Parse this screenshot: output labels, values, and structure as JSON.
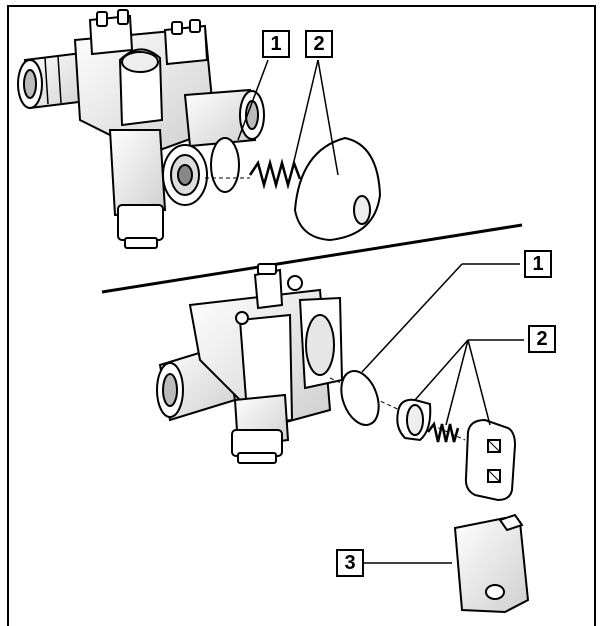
{
  "callouts": {
    "top": [
      "1",
      "2"
    ],
    "bottom": [
      "1",
      "2",
      "3"
    ]
  },
  "colors": {
    "line": "#000000",
    "fill_light": "#ffffff",
    "fill_shade": "#d9d9d9",
    "fill_dark": "#8c8c8c"
  }
}
